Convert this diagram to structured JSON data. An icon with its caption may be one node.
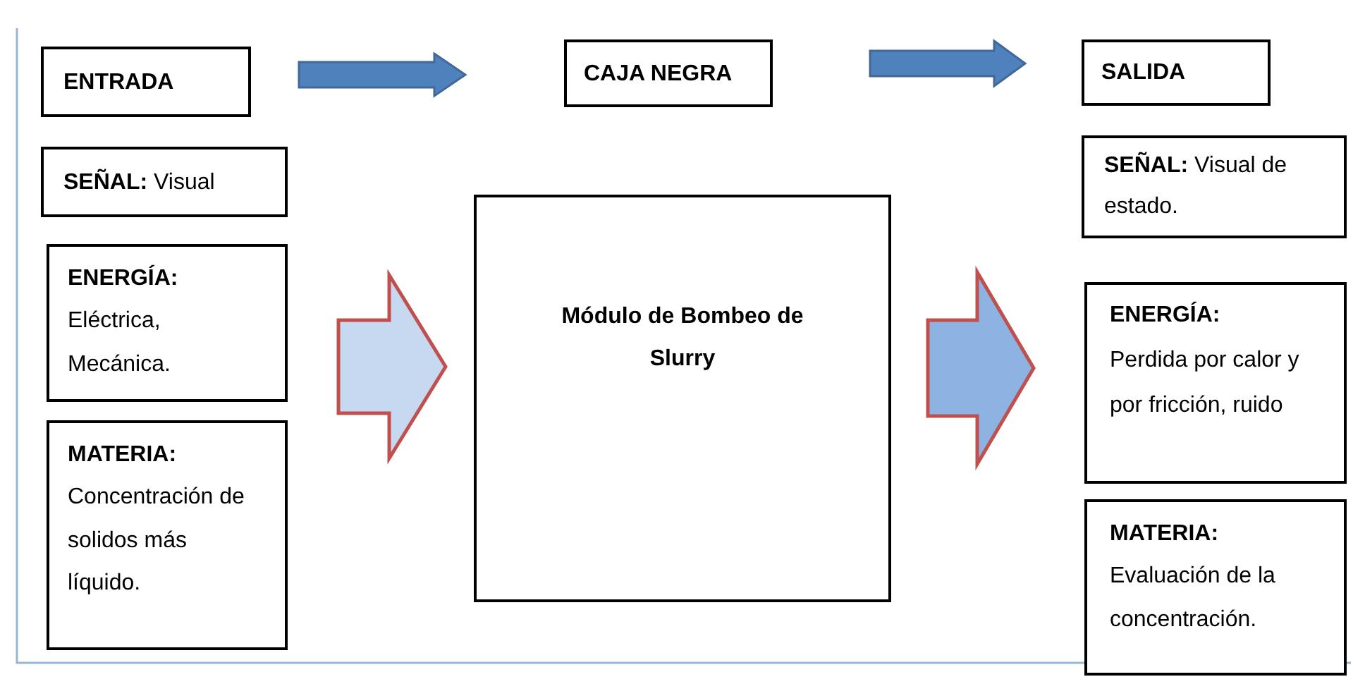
{
  "diagram": {
    "nodes": [
      {
        "text": [
          "ENTRADA"
        ]
      },
      {
        "text": [
          "CAJA NEGRA"
        ]
      },
      {
        "text": [
          "SALIDA"
        ]
      },
      {
        "text": [
          "**SEÑAL:** Visual"
        ]
      },
      {
        "text": [
          "ENERGÍA:",
          "Eléctrica, Mecánica."
        ]
      },
      {
        "text": [
          "MATERIA:",
          "Concentración de solidos más líquido."
        ]
      },
      {
        "text": [
          "Módulo de Bombeo de Slurry"
        ]
      },
      {
        "text": [
          "**SEÑAL:** Visual de estado."
        ]
      },
      {
        "text": [
          "ENERGÍA:",
          "Perdida por calor y por fricción, ruido"
        ]
      },
      {
        "text": [
          "MATERIA:",
          "Evaluación de la concentración."
        ]
      }
    ],
    "edges": [
      {
        "from": 0,
        "to": 1,
        "arrow": "to",
        "color": "#4f81bd"
      },
      {
        "from": 1,
        "to": 2,
        "arrow": "to",
        "color": "#4f81bd"
      },
      {
        "from": 4,
        "to": 6,
        "arrow": "to",
        "color": "#c6d9f1"
      },
      {
        "from": 6,
        "to": 8,
        "arrow": "to",
        "color": "#8db3e2"
      }
    ]
  }
}
